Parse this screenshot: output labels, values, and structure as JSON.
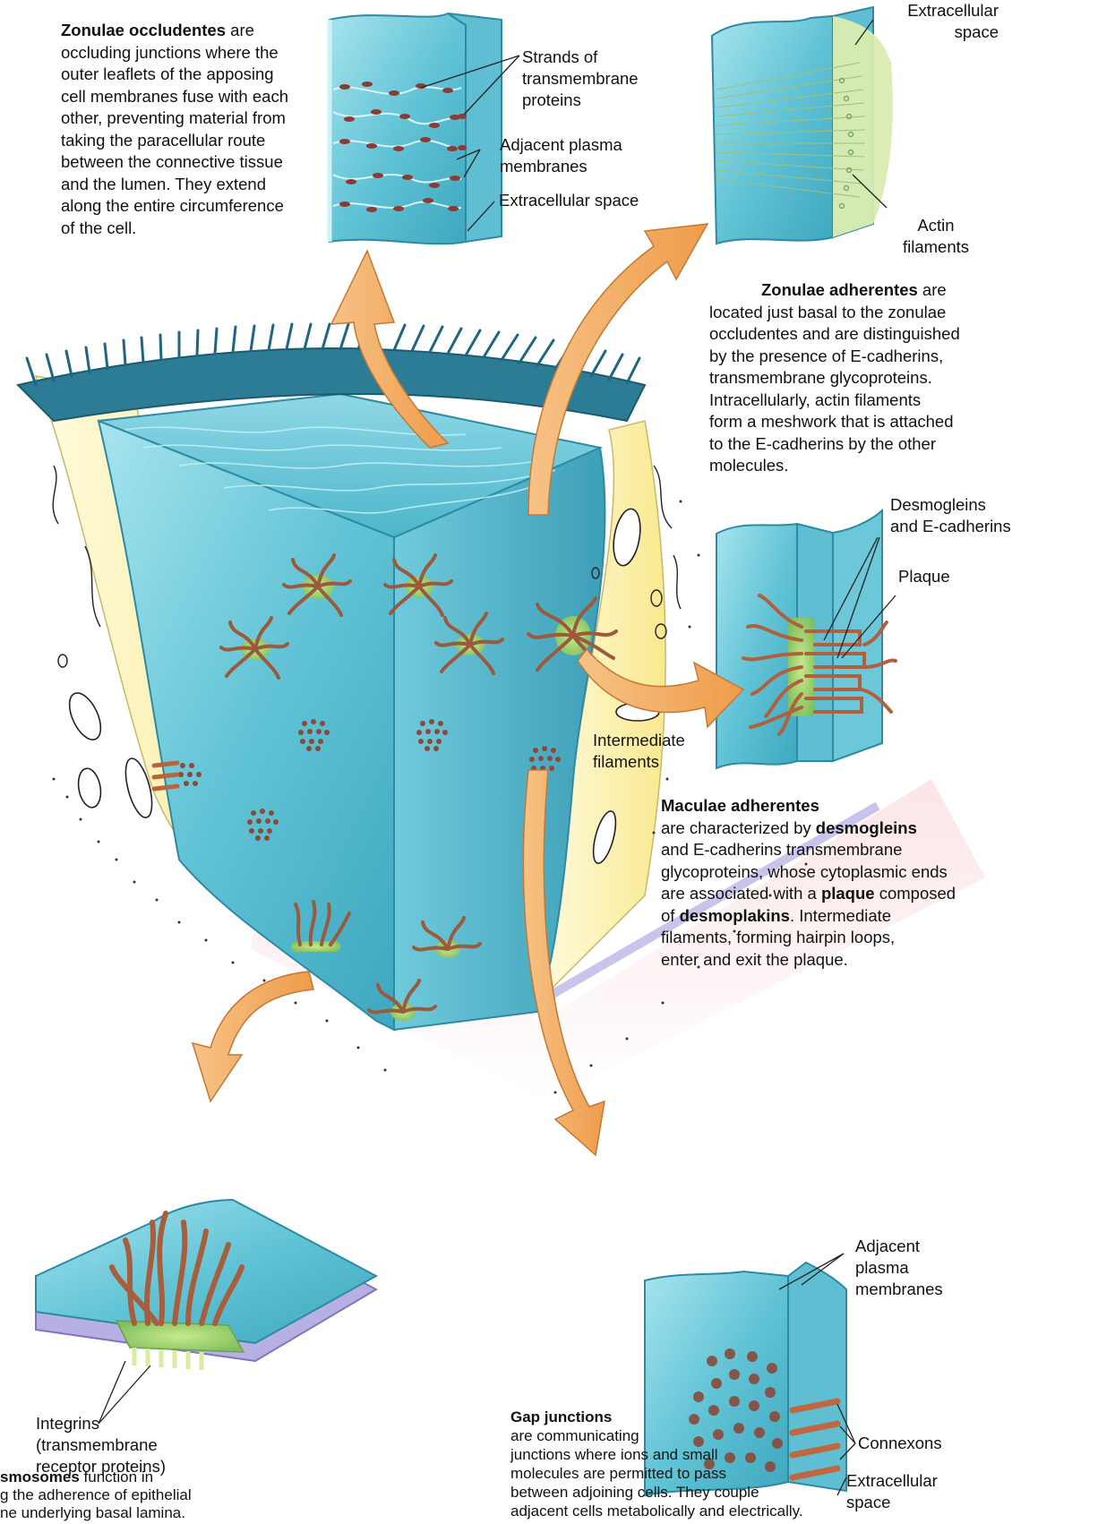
{
  "zonulae_occludentes": {
    "title": "Zonulae occludentes",
    "line1_tail": " are",
    "lines": [
      "occluding junctions where the",
      "outer leaflets of the apposing",
      "cell membranes fuse with each",
      "other, preventing material from",
      "taking the paracellular route",
      "between the connective tissue",
      "and the lumen. They extend",
      "along the entire circumference",
      "of the cell."
    ],
    "labels": {
      "strands": [
        "Strands of",
        "transmembrane",
        "proteins"
      ],
      "membranes": [
        "Adjacent plasma",
        "membranes"
      ],
      "extracellular": "Extracellular space"
    }
  },
  "zonulae_adherentes": {
    "title": "Zonulae adherentes",
    "line1_tail": " are",
    "lines": [
      "located just basal to the zonulae",
      "occludentes and are distinguished",
      "by the presence of E-cadherins,",
      "transmembrane glycoproteins.",
      "Intracellularly, actin filaments",
      "form a meshwork that is attached",
      "to the E-cadherins by the other",
      "molecules."
    ],
    "labels": {
      "extracellular": [
        "Extracellular",
        "space"
      ],
      "actin": [
        "Actin",
        "filaments"
      ]
    }
  },
  "maculae_adherentes": {
    "title": "Maculae adherentes",
    "line1_pre": "are characterized by ",
    "line1_bold": "desmogleins",
    "line2": "and E-cadherins transmembrane",
    "line3": "glycoproteins, whose cytoplasmic ends",
    "line4_pre": "are associated with a ",
    "line4_bold": "plaque",
    "line4_post": " composed",
    "line5_pre": "of ",
    "line5_bold": "desmoplakins",
    "line5_post": ". Intermediate",
    "line6": "filaments, forming hairpin loops,",
    "line7": "enter and exit the plaque.",
    "labels": {
      "desmogleins": [
        "Desmogleins",
        "and E-cadherins"
      ],
      "plaque": "Plaque",
      "intermediate": [
        "Intermediate",
        "filaments"
      ]
    }
  },
  "gap_junctions": {
    "title": "Gap junctions",
    "lines": [
      "are communicating",
      "junctions where ions and small",
      "molecules are permitted to pass",
      "between adjoining cells. They couple",
      "adjacent cells metabolically and electrically."
    ],
    "labels": {
      "membranes": [
        "Adjacent",
        "plasma",
        "membranes"
      ],
      "connexons": "Connexons",
      "extracellular": [
        "Extracellular",
        "space"
      ]
    }
  },
  "hemidesmosomes": {
    "title_partial": "smosomes",
    "line1_tail": " function in",
    "line2": "g the adherence of epithelial",
    "line3": "ne underlying basal lamina.",
    "labels": {
      "integrins": [
        "Integrins",
        "(transmembrane",
        "receptor proteins)"
      ]
    }
  },
  "colors": {
    "cell_blue": "#5cc3d4",
    "cell_light": "#9fe0ea",
    "cell_dark": "#2f8fa6",
    "microvilli": "#2a6f88",
    "connective_yellow": "#fbf0a6",
    "basal_pink": "#f6c6c8",
    "basal_lilac": "#b9b3e0",
    "arrow_orange": "#f4ad62",
    "filament_brown": "#a65a3a",
    "plaque_green": "#9fd07a"
  }
}
